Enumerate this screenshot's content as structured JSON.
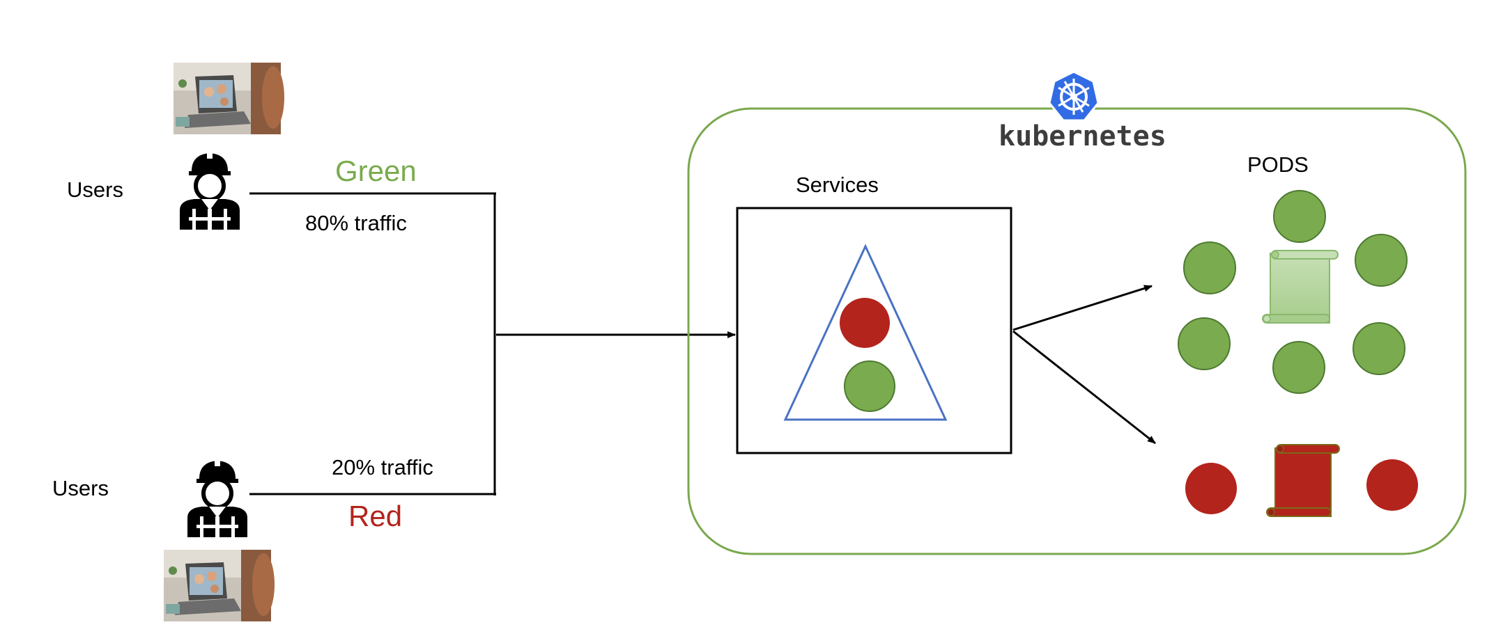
{
  "users": {
    "top_label": "Users",
    "bottom_label": "Users"
  },
  "traffic": {
    "green_label": "Green",
    "green_traffic": "80% traffic",
    "red_label": "Red",
    "red_traffic": "20% traffic"
  },
  "cluster": {
    "brand": "kubernetes",
    "services_label": "Services",
    "pods_label": "PODS"
  },
  "colors": {
    "green": "#7aab4e",
    "red": "#b3241c",
    "cluster_border": "#79a84d",
    "triangle": "#4a72c4",
    "k8s_blue": "#326ce5"
  },
  "icons": {
    "user": "construction-worker-icon",
    "photo": "video-call-laptop-photo",
    "logo": "kubernetes-helm-icon",
    "config": "scroll-icon"
  }
}
